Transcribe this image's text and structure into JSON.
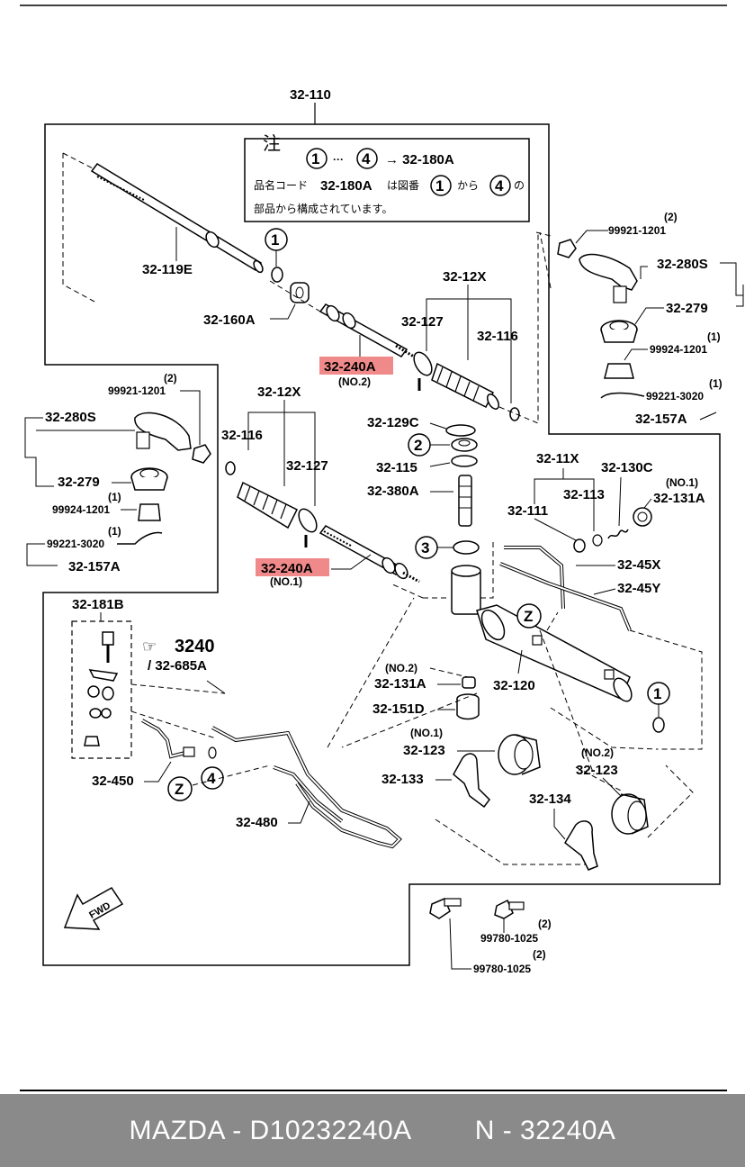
{
  "footer": {
    "left": "MAZDA - D10232240A",
    "right": "N - 32240A"
  },
  "note": {
    "kanji": "注",
    "circle_start": "1",
    "ellipsis": "···",
    "circle_end": "4",
    "arrow_target": "→ 32-180A",
    "line2_a": "品名コード",
    "line2_b": "32-180A",
    "line2_c": "は図番",
    "line2_d": "から",
    "line2_e": "の",
    "line3": "部品から構成されています。"
  },
  "labels": {
    "l_32_110": "32-110",
    "l_32_119e": "32-119E",
    "l_32_160a": "32-160A",
    "l_32_12x_top": "32-12X",
    "l_32_127_top": "32-127",
    "l_32_116_top": "32-116",
    "l_32_240a_no2": "32-240A",
    "l_no2_a": "(NO.2)",
    "l_qty2_a": "(2)",
    "l_99921_right": "99921-1201",
    "l_32_280s_right": "32-280S",
    "l_32_279_right": "32-279",
    "l_qty1_a": "(1)",
    "l_99924_right": "99924-1201",
    "l_qty1_b": "(1)",
    "l_99221_right": "99221-3020",
    "l_32_157a_right": "32-157A",
    "l_qty2_b": "(2)",
    "l_99921_left": "99921-1201",
    "l_32_280s_left": "32-280S",
    "l_32_279_left": "32-279",
    "l_qty1_c": "(1)",
    "l_99924_left": "99924-1201",
    "l_qty1_d": "(1)",
    "l_99221_left": "99221-3020",
    "l_32_157a_left": "32-157A",
    "l_32_12x_left": "32-12X",
    "l_32_116_left": "32-116",
    "l_32_127_left": "32-127",
    "l_32_240a_no1": "32-240A",
    "l_no1_a": "(NO.1)",
    "l_32_129c": "32-129C",
    "l_32_115": "32-115",
    "l_32_380a": "32-380A",
    "l_32_11x": "32-11X",
    "l_32_130c": "32-130C",
    "l_no1_b": "(NO.1)",
    "l_32_131a_right": "32-131A",
    "l_32_113": "32-113",
    "l_32_111": "32-111",
    "l_32_45x": "32-45X",
    "l_32_45y": "32-45Y",
    "l_32_181b": "32-181B",
    "l_3240": "3240",
    "l_32_685a": "/ 32-685A",
    "l_no2_b": "(NO.2)",
    "l_32_131a_mid": "32-131A",
    "l_32_120": "32-120",
    "l_32_151d": "32-151D",
    "l_no1_c": "(NO.1)",
    "l_32_123_left": "32-123",
    "l_32_133": "32-133",
    "l_32_450": "32-450",
    "l_no2_c": "(NO.2)",
    "l_32_123_right": "32-123",
    "l_32_134": "32-134",
    "l_32_480": "32-480",
    "l_qty2_c": "(2)",
    "l_99780_a": "99780-1025",
    "l_qty2_d": "(2)",
    "l_99780_b": "99780-1025",
    "fwd": "FWD",
    "z_a": "Z",
    "z_b": "Z"
  },
  "circles": {
    "c1_top": "1",
    "c2": "2",
    "c3": "3",
    "c4": "4",
    "c1_right": "1",
    "n1": "1",
    "n4": "4"
  },
  "colors": {
    "highlight": "#f08a8a",
    "footer_bg": "#8a8a8a",
    "footer_text": "#ffffff",
    "line": "#000000"
  }
}
